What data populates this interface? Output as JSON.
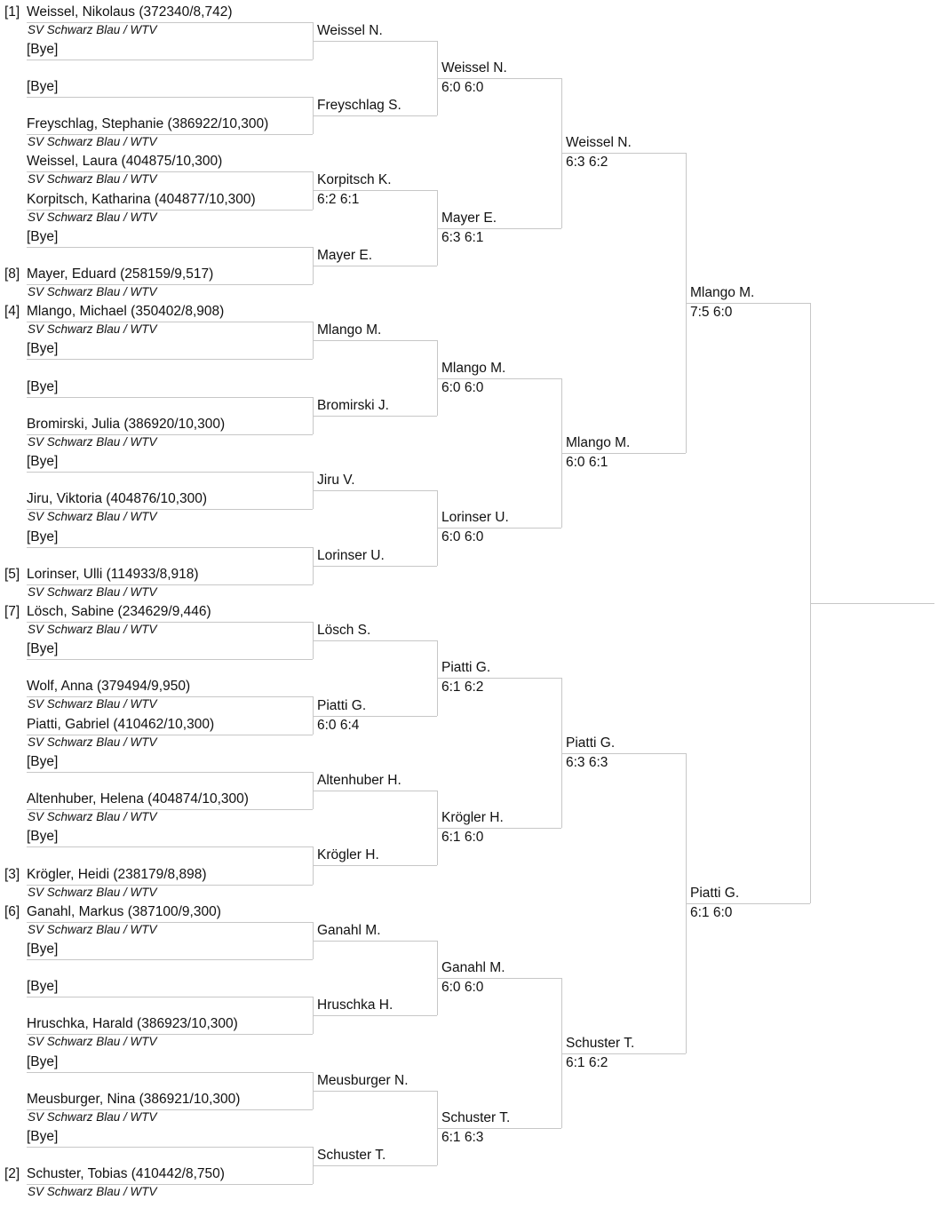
{
  "draw": {
    "entries": [
      {
        "seed": "[1]",
        "name": "Weissel, Nikolaus (372340/8,742)",
        "club": "SV Schwarz Blau / WTV"
      },
      {
        "seed": "",
        "name": "[Bye]",
        "club": ""
      },
      {
        "seed": "",
        "name": "[Bye]",
        "club": ""
      },
      {
        "seed": "",
        "name": "Freyschlag, Stephanie (386922/10,300)",
        "club": "SV Schwarz Blau / WTV"
      },
      {
        "seed": "",
        "name": "Weissel, Laura (404875/10,300)",
        "club": "SV Schwarz Blau / WTV"
      },
      {
        "seed": "",
        "name": "Korpitsch, Katharina (404877/10,300)",
        "club": "SV Schwarz Blau / WTV"
      },
      {
        "seed": "",
        "name": "[Bye]",
        "club": ""
      },
      {
        "seed": "[8]",
        "name": "Mayer, Eduard (258159/9,517)",
        "club": "SV Schwarz Blau / WTV"
      },
      {
        "seed": "[4]",
        "name": "Mlango, Michael (350402/8,908)",
        "club": "SV Schwarz Blau / WTV"
      },
      {
        "seed": "",
        "name": "[Bye]",
        "club": ""
      },
      {
        "seed": "",
        "name": "[Bye]",
        "club": ""
      },
      {
        "seed": "",
        "name": "Bromirski, Julia (386920/10,300)",
        "club": "SV Schwarz Blau / WTV"
      },
      {
        "seed": "",
        "name": "[Bye]",
        "club": ""
      },
      {
        "seed": "",
        "name": "Jiru, Viktoria (404876/10,300)",
        "club": "SV Schwarz Blau / WTV"
      },
      {
        "seed": "",
        "name": "[Bye]",
        "club": ""
      },
      {
        "seed": "[5]",
        "name": "Lorinser, Ulli (114933/8,918)",
        "club": "SV Schwarz Blau / WTV"
      },
      {
        "seed": "[7]",
        "name": "Lösch, Sabine (234629/9,446)",
        "club": "SV Schwarz Blau / WTV"
      },
      {
        "seed": "",
        "name": "[Bye]",
        "club": ""
      },
      {
        "seed": "",
        "name": "Wolf, Anna (379494/9,950)",
        "club": "SV Schwarz Blau / WTV"
      },
      {
        "seed": "",
        "name": "Piatti, Gabriel (410462/10,300)",
        "club": "SV Schwarz Blau / WTV"
      },
      {
        "seed": "",
        "name": "[Bye]",
        "club": ""
      },
      {
        "seed": "",
        "name": "Altenhuber, Helena (404874/10,300)",
        "club": "SV Schwarz Blau / WTV"
      },
      {
        "seed": "",
        "name": "[Bye]",
        "club": ""
      },
      {
        "seed": "[3]",
        "name": "Krögler, Heidi (238179/8,898)",
        "club": "SV Schwarz Blau / WTV"
      },
      {
        "seed": "[6]",
        "name": "Ganahl, Markus (387100/9,300)",
        "club": "SV Schwarz Blau / WTV"
      },
      {
        "seed": "",
        "name": "[Bye]",
        "club": ""
      },
      {
        "seed": "",
        "name": "[Bye]",
        "club": ""
      },
      {
        "seed": "",
        "name": "Hruschka, Harald (386923/10,300)",
        "club": "SV Schwarz Blau / WTV"
      },
      {
        "seed": "",
        "name": "[Bye]",
        "club": ""
      },
      {
        "seed": "",
        "name": "Meusburger, Nina (386921/10,300)",
        "club": "SV Schwarz Blau / WTV"
      },
      {
        "seed": "",
        "name": "[Bye]",
        "club": ""
      },
      {
        "seed": "[2]",
        "name": "Schuster, Tobias (410442/8,750)",
        "club": "SV Schwarz Blau / WTV"
      }
    ],
    "rounds": [
      [
        {
          "winner": "Weissel N.",
          "score": ""
        },
        {
          "winner": "Freyschlag S.",
          "score": ""
        },
        {
          "winner": "Korpitsch K.",
          "score": "6:2 6:1"
        },
        {
          "winner": "Mayer E.",
          "score": ""
        },
        {
          "winner": "Mlango M.",
          "score": ""
        },
        {
          "winner": "Bromirski J.",
          "score": ""
        },
        {
          "winner": "Jiru V.",
          "score": ""
        },
        {
          "winner": "Lorinser U.",
          "score": ""
        },
        {
          "winner": "Lösch S.",
          "score": ""
        },
        {
          "winner": "Piatti G.",
          "score": "6:0 6:4"
        },
        {
          "winner": "Altenhuber H.",
          "score": ""
        },
        {
          "winner": "Krögler H.",
          "score": ""
        },
        {
          "winner": "Ganahl M.",
          "score": ""
        },
        {
          "winner": "Hruschka H.",
          "score": ""
        },
        {
          "winner": "Meusburger N.",
          "score": ""
        },
        {
          "winner": "Schuster T.",
          "score": ""
        }
      ],
      [
        {
          "winner": "Weissel N.",
          "score": "6:0 6:0"
        },
        {
          "winner": "Mayer E.",
          "score": "6:3 6:1"
        },
        {
          "winner": "Mlango M.",
          "score": "6:0 6:0"
        },
        {
          "winner": "Lorinser U.",
          "score": "6:0 6:0"
        },
        {
          "winner": "Piatti G.",
          "score": "6:1 6:2"
        },
        {
          "winner": "Krögler H.",
          "score": "6:1 6:0"
        },
        {
          "winner": "Ganahl M.",
          "score": "6:0 6:0"
        },
        {
          "winner": "Schuster T.",
          "score": "6:1 6:3"
        }
      ],
      [
        {
          "winner": "Weissel N.",
          "score": "6:3 6:2"
        },
        {
          "winner": "Mlango M.",
          "score": "6:0 6:1"
        },
        {
          "winner": "Piatti G.",
          "score": "6:3 6:3"
        },
        {
          "winner": "Schuster T.",
          "score": "6:1 6:2"
        }
      ],
      [
        {
          "winner": "Mlango M.",
          "score": "7:5 6:0"
        },
        {
          "winner": "Piatti G.",
          "score": "6:1 6:0"
        }
      ],
      [
        {
          "winner": "",
          "score": ""
        }
      ]
    ]
  }
}
